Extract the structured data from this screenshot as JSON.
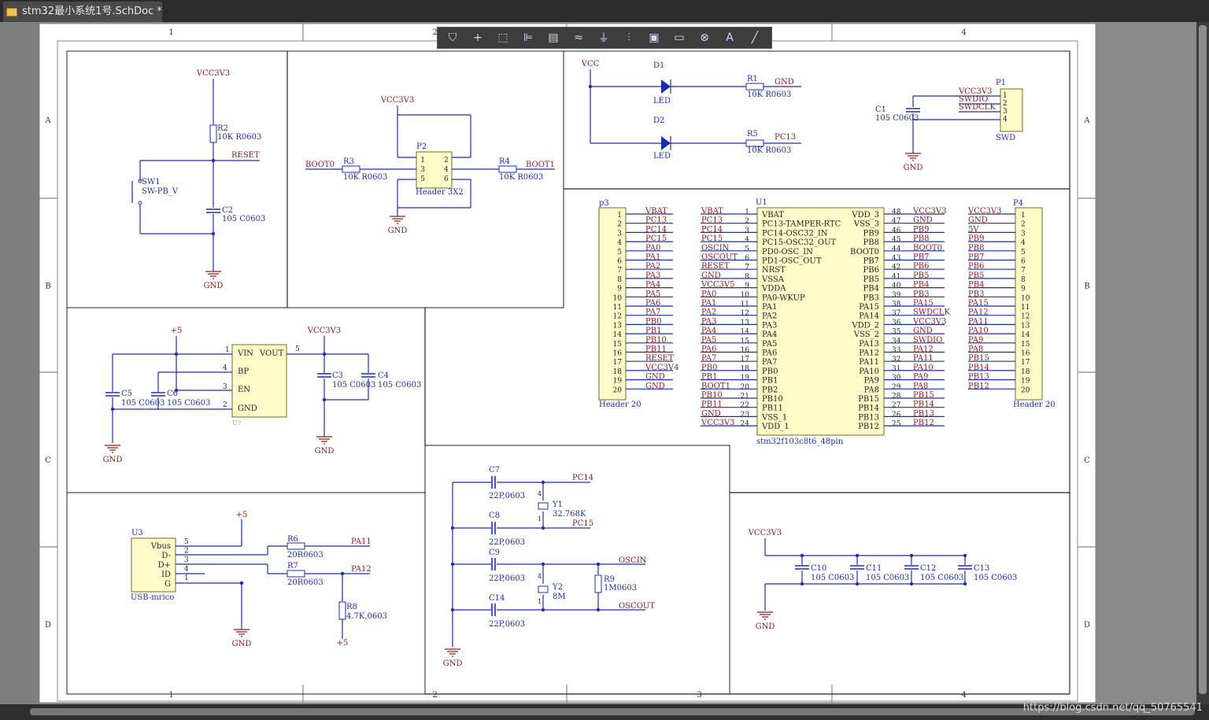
{
  "tab": {
    "title": "stm32最小系统1号.SchDoc *"
  },
  "toolbar": {
    "tools": [
      {
        "name": "filter-tool",
        "glyph": "⛉"
      },
      {
        "name": "add-tool",
        "glyph": "+"
      },
      {
        "name": "select-area-tool",
        "glyph": "⬚"
      },
      {
        "name": "align-tool",
        "glyph": "⊫"
      },
      {
        "name": "part-tool",
        "glyph": "▤"
      },
      {
        "name": "wire-tool",
        "glyph": "≈"
      },
      {
        "name": "ground-tool",
        "glyph": "⏚"
      },
      {
        "name": "bus-tool",
        "glyph": "⫶"
      },
      {
        "name": "sheet-symbol-tool",
        "glyph": "▣"
      },
      {
        "name": "port-tool",
        "glyph": "▭"
      },
      {
        "name": "no-erc-tool",
        "glyph": "⊗"
      },
      {
        "name": "text-tool",
        "glyph": "A"
      },
      {
        "name": "line-tool",
        "glyph": "╱"
      }
    ]
  },
  "frame": {
    "cols": [
      "1",
      "2",
      "3",
      "4"
    ],
    "rows": [
      "A",
      "B",
      "C",
      "D"
    ]
  },
  "power_net": "VCC3V3",
  "gnd": "GND",
  "reset": {
    "r_ref": "R2",
    "r_val": "10K R0603",
    "sw_ref": "SW1",
    "sw_val": "SW-PB_V",
    "c_ref": "C2",
    "c_val": "105 C0603",
    "net": "RESET"
  },
  "boot": {
    "p_ref": "P2",
    "p_val": "Header 3X2",
    "r3_ref": "R3",
    "r3_val": "10K R0603",
    "r4_ref": "R4",
    "r4_val": "10K R0603",
    "boot0": "BOOT0",
    "boot1": "BOOT1",
    "pins_l": [
      "1",
      "3",
      "5"
    ],
    "pins_r": [
      "2",
      "4",
      "6"
    ]
  },
  "led": {
    "vcc": "VCC",
    "d1": "D1",
    "d2": "D2",
    "led": "LED",
    "r1": "R1",
    "r5": "R5",
    "rval": "10K R0603",
    "n1": "GND",
    "n2": "PC13"
  },
  "swd": {
    "c1": "C1",
    "c1v": "105 C0603",
    "p1": "P1",
    "name": "SWD",
    "nets": [
      "VCC3V3",
      "SWDIO",
      "SWDCLK",
      ""
    ],
    "pins": [
      "1",
      "2",
      "3",
      "4"
    ]
  },
  "ldo": {
    "plus5": "+5",
    "u": "U?",
    "pins": {
      "vin": "VIN",
      "vout": "VOUT",
      "bp": "BP",
      "en": "EN",
      "gnd": "GND"
    },
    "pnum": [
      "1",
      "4",
      "3",
      "2",
      "5"
    ],
    "c5": "C5",
    "c6": "C6",
    "c3": "C3",
    "c4": "C4",
    "cv": "105 C0603"
  },
  "usb": {
    "u3": "U3",
    "name": "USB-mrico",
    "pins": [
      "Vbus",
      "D-",
      "D+",
      "ID",
      "G"
    ],
    "pnum": [
      "5",
      "2",
      "3",
      "4",
      "1"
    ],
    "r6": "R6",
    "r7": "R7",
    "rv": "20R0603",
    "r8": "R8",
    "r8v": "4.7K,0603",
    "pa11": "PA11",
    "pa12": "PA12",
    "plus5": "+5"
  },
  "osc": {
    "c7": "C7",
    "c8": "C8",
    "c9": "C9",
    "c14": "C14",
    "cv": "22P,0603",
    "y1": "Y1",
    "y1v": "32.768K",
    "y2": "Y2",
    "y2v": "8M",
    "r9": "R9",
    "r9v": "1M0603",
    "pc14": "PC14",
    "pc15": "PC15",
    "oscin": "OSCIN",
    "oscout": "OSCOUT",
    "ypins": [
      "4",
      "1"
    ]
  },
  "decoup": {
    "caps": [
      "C10",
      "C11",
      "C12",
      "C13"
    ],
    "cv": "105 C0603"
  },
  "p3": {
    "ref": "p3",
    "name": "Header 20",
    "nets": [
      "VBAT",
      "PC13",
      "PC14",
      "PC15",
      "PA0",
      "PA1",
      "PA2",
      "PA3",
      "PA4",
      "PA5",
      "PA6",
      "PA7",
      "PB0",
      "PB1",
      "PB10",
      "PB11",
      "RESET",
      "VCC3V4",
      "GND",
      "GND"
    ]
  },
  "p4": {
    "ref": "P4",
    "name": "Header 20",
    "nets": [
      "VCC3V3",
      "GND",
      "5V",
      "PB9",
      "PB8",
      "PB7",
      "PB6",
      "PB5",
      "PB4",
      "PB3",
      "PA15",
      "PA12",
      "PA11",
      "PA10",
      "PA9",
      "PA8",
      "PB15",
      "PB14",
      "PB13",
      "PB12"
    ]
  },
  "u1": {
    "ref": "U1",
    "name": "stm32f103c8t6_48pin",
    "left_nets": [
      "VBAT",
      "PC13",
      "PC14",
      "PC15",
      "OSCIN",
      "OSCOUT",
      "RESET",
      "GND",
      "VCC3V5",
      "PA0",
      "PA1",
      "PA2",
      "PA3",
      "PA4",
      "PA5",
      "PA6",
      "PA7",
      "PB0",
      "PB1",
      "BOOT1",
      "PB10",
      "PB11",
      "GND",
      "VCC3V3"
    ],
    "left_pins": [
      "VBAT",
      "PC13-TAMPER-RTC",
      "PC14-OSC32_IN",
      "PC15-OSC32_OUT",
      "PD0-OSC_IN",
      "PD1-OSC_OUT",
      "NRST",
      "VSSA",
      "VDDA",
      "PA0-WKUP",
      "PA1",
      "PA2",
      "PA3",
      "PA4",
      "PA5",
      "PA6",
      "PA7",
      "PB0",
      "PB1",
      "PB2",
      "PB10",
      "PB11",
      "VSS_1",
      "VDD_1"
    ],
    "right_pins": [
      "VDD_3",
      "VSS_3",
      "PB9",
      "PB8",
      "BOOT0",
      "PB7",
      "PB6",
      "PB5",
      "PB4",
      "PB3",
      "PA15",
      "PA14",
      "VDD_2",
      "VSS_2",
      "PA13",
      "PA12",
      "PA11",
      "PA10",
      "PA9",
      "PA8",
      "PB15",
      "PB14",
      "PB13",
      "PB12"
    ],
    "right_nums": [
      "48",
      "47",
      "46",
      "45",
      "44",
      "43",
      "42",
      "41",
      "40",
      "39",
      "38",
      "37",
      "36",
      "35",
      "34",
      "33",
      "32",
      "31",
      "30",
      "29",
      "28",
      "27",
      "26",
      "25"
    ],
    "right_nets": [
      "VCC3V3",
      "GND",
      "PB9",
      "PB8",
      "BOOT0",
      "PB7",
      "PB6",
      "PB5",
      "PB4",
      "PB3",
      "PA15",
      "SWDCLK",
      "VCC3V3",
      "GND",
      "SWDIO",
      "PA12",
      "PA11",
      "PA10",
      "PA9",
      "PA8",
      "PB15",
      "PB14",
      "PB13",
      "PB12"
    ]
  },
  "watermark": "https://blog.csdn.net/qq_50765541"
}
